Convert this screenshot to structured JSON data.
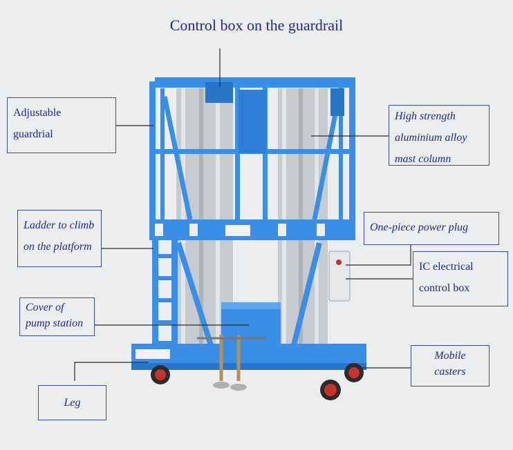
{
  "title": "Control box on the guardrail",
  "labels": {
    "adjustable_guardrail": [
      "Adjustable",
      "guardrial"
    ],
    "high_strength_mast": [
      "High strength",
      "aluminium alloy",
      "mast column"
    ],
    "ladder": [
      "Ladder to climb",
      "on the platform"
    ],
    "power_plug": [
      "One-piece power plug"
    ],
    "ic_box": [
      "IC electrical",
      "control box"
    ],
    "pump_cover": [
      "Cover of",
      "pump station"
    ],
    "mobile_casters": [
      "Mobile",
      "casters"
    ],
    "leg": [
      "Leg"
    ]
  },
  "colors": {
    "frame_blue": "#3a8ee6",
    "frame_blue_dark": "#2a74c8",
    "mast_gray": "#c7cbcf",
    "label_text": "#1e2a8c",
    "label_border": "#3b4ba6",
    "leader_line": "#2b2b2b",
    "wheel_red": "#c8322c"
  }
}
